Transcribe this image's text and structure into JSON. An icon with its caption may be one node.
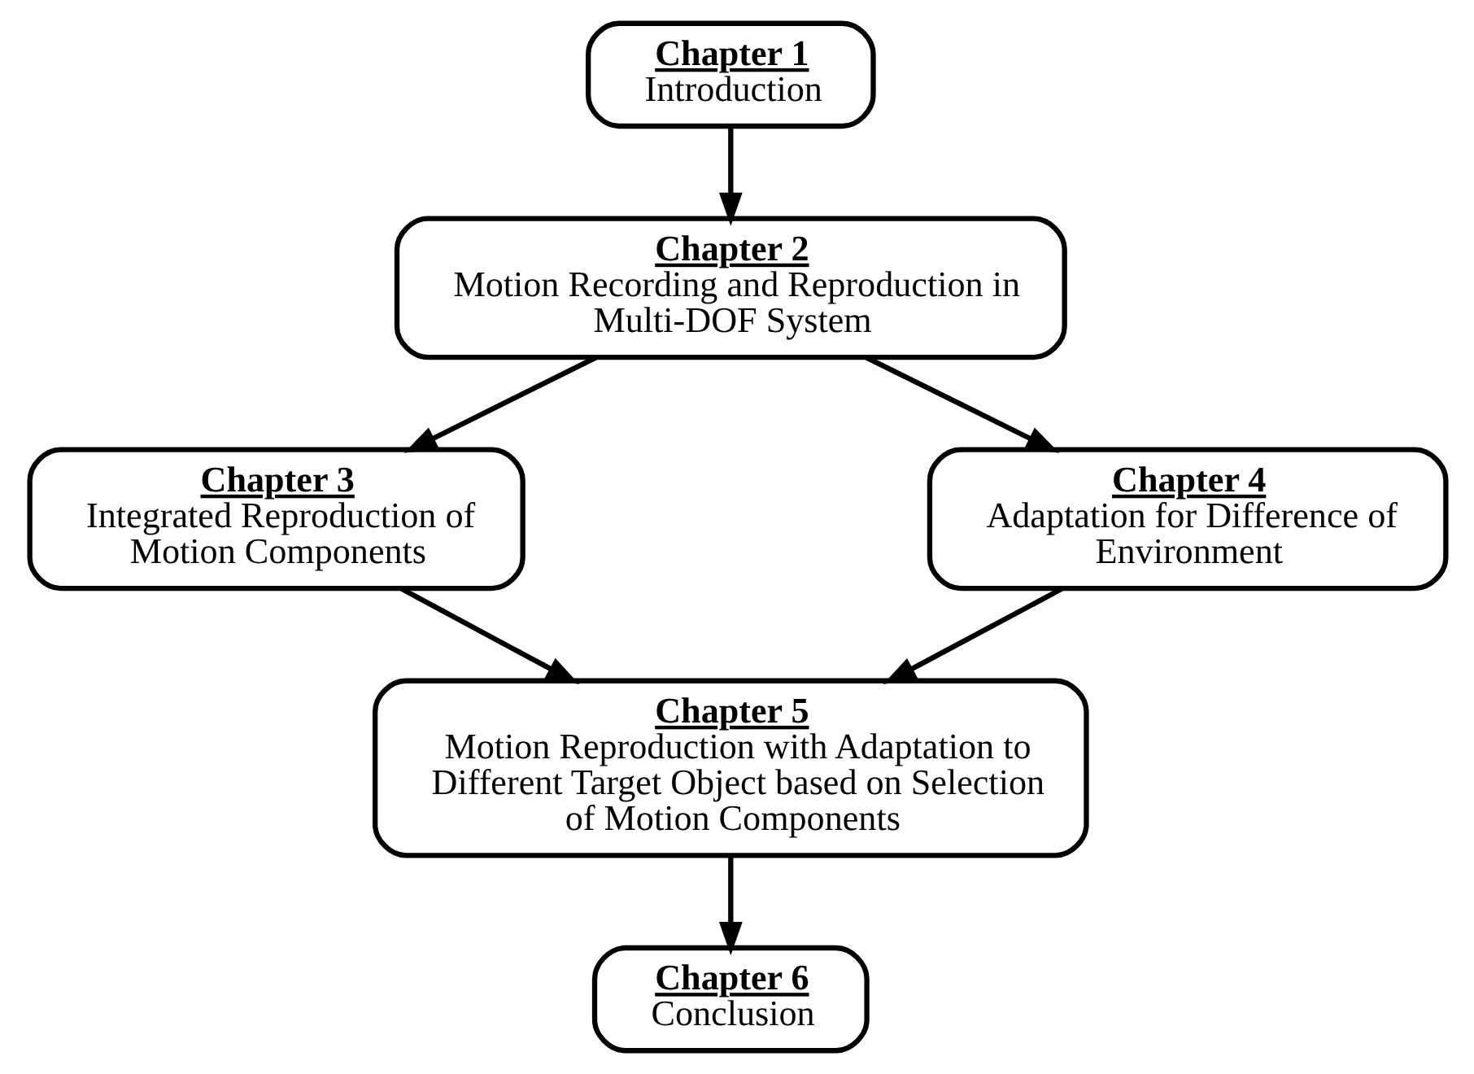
{
  "diagram": {
    "nodes": [
      {
        "text": [
          "Chapter 1",
          "Introduction"
        ]
      },
      {
        "text": [
          "Chapter 2",
          "Motion Recording and Reproduction in Multi-DOF System"
        ]
      },
      {
        "text": [
          "Chapter 3",
          "Integrated Reproduction of Motion Components"
        ]
      },
      {
        "text": [
          "Chapter 4",
          "Adaptation for Difference of Environment"
        ]
      },
      {
        "text": [
          "Chapter 5",
          "Motion Reproduction with Adaptation to Different Target Object based on Selection of Motion Components"
        ]
      },
      {
        "text": [
          "Chapter 6",
          "Conclusion"
        ]
      }
    ],
    "edges": [
      {
        "from": 0,
        "to": 1,
        "arrow": "to"
      },
      {
        "from": 1,
        "to": 2,
        "arrow": "to"
      },
      {
        "from": 1,
        "to": 3,
        "arrow": "to"
      },
      {
        "from": 2,
        "to": 4,
        "arrow": "to"
      },
      {
        "from": 3,
        "to": 4,
        "arrow": "to"
      },
      {
        "from": 4,
        "to": 5,
        "arrow": "to"
      }
    ]
  }
}
